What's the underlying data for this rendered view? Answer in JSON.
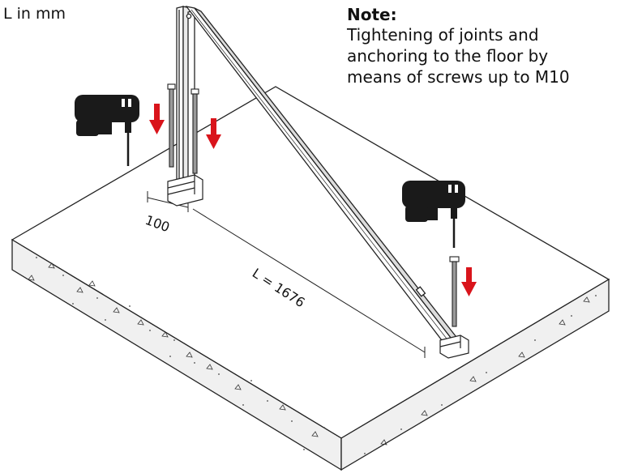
{
  "unit_label": "L in mm",
  "note": {
    "title": "Note:",
    "lines": [
      "Tightening of joints and",
      "anchoring to the floor by",
      "means of screws up to M10"
    ]
  },
  "dimensions": {
    "short": "100",
    "long": "L = 1676"
  },
  "colors": {
    "arrow": "#d9141b",
    "drill": "#1a1a1a",
    "concrete": "#f0f0f0"
  }
}
